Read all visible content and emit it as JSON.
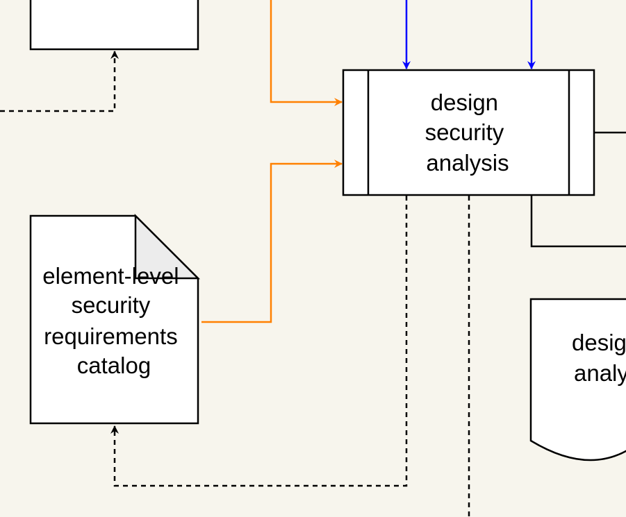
{
  "colors": {
    "background": "#f7f5ed",
    "stroke": "#000000",
    "node_fill": "#ffffff",
    "fold_fill": "#ececec",
    "orange_flow": "#ff8000",
    "blue_flow": "#0000ff",
    "dashed_flow": "#000000"
  },
  "nodes": {
    "process": {
      "shape": "predefined-process",
      "lines": [
        "design",
        "security",
        "analysis"
      ]
    },
    "catalog": {
      "shape": "document-with-folded-corner",
      "lines": [
        "element-level",
        "security",
        "requirements",
        "catalog"
      ]
    },
    "output": {
      "shape": "document",
      "lines": [
        "desig",
        "analy"
      ]
    },
    "top_box": {
      "shape": "rectangle",
      "lines": []
    }
  },
  "edges": [
    {
      "id": "orange-from-top",
      "style": "solid",
      "color": "orange_flow",
      "to": "process"
    },
    {
      "id": "orange-from-catalog",
      "style": "solid",
      "color": "orange_flow",
      "from": "catalog",
      "to": "process"
    },
    {
      "id": "blue-in-1",
      "style": "solid",
      "color": "blue_flow",
      "to": "process"
    },
    {
      "id": "blue-in-2",
      "style": "solid",
      "color": "blue_flow",
      "to": "process"
    },
    {
      "id": "process-to-right",
      "style": "solid",
      "color": "stroke",
      "from": "process"
    },
    {
      "id": "process-to-output",
      "style": "solid",
      "color": "stroke",
      "from": "process"
    },
    {
      "id": "dashed-to-top-box",
      "style": "dashed",
      "color": "dashed_flow",
      "to": "top_box"
    },
    {
      "id": "dashed-process-to-catalog",
      "style": "dashed",
      "color": "dashed_flow",
      "from": "process",
      "to": "catalog"
    },
    {
      "id": "dashed-process-down",
      "style": "dashed",
      "color": "dashed_flow",
      "from": "process"
    }
  ]
}
